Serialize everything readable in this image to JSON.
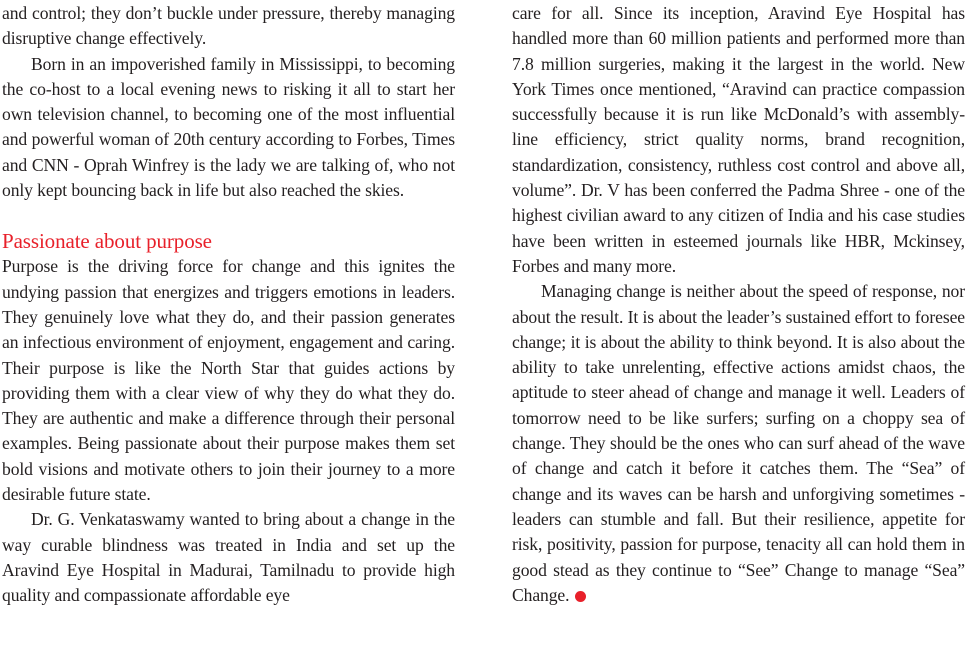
{
  "left_column": {
    "paragraphs_before_heading": [
      {
        "id": "p1",
        "indent": false,
        "text": "and control; they don’t buckle under pressure, thereby managing disruptive change effectively."
      },
      {
        "id": "p2",
        "indent": true,
        "text": "Born in an impoverished family in Mississippi, to becoming the co-host to a local evening news to risking it all to start her own television channel, to becoming one of the most influential and powerful woman of 20th century according to Forbes, Times and CNN - Oprah Winfrey is the lady we are talking of, who not only kept bouncing back in life but also reached the skies."
      }
    ],
    "heading": "Passionate about purpose",
    "paragraphs_after_heading": [
      {
        "id": "p3",
        "indent": false,
        "text": "Purpose is the driving force for change and this ignites the undying passion that energizes and triggers emotions in leaders. They genuinely love what they do, and their passion generates an infectious environment of enjoyment, engagement and caring. Their purpose is like the North Star that guides actions by providing them with a clear view of why they do what they do. They are authentic and make a difference through their personal examples. Being passionate about their purpose makes them set bold visions and motivate others to join their journey to a more desirable future state."
      },
      {
        "id": "p4",
        "indent": true,
        "text": "Dr. G. Venkataswamy wanted to bring about a change in the way curable blindness was treated in India and set up the Aravind Eye Hospital in Madurai, Tamilnadu to provide high quality and compassionate affordable eye"
      }
    ]
  },
  "right_column": {
    "paragraphs": [
      {
        "id": "p5",
        "indent": false,
        "text": "care for all. Since its inception, Aravind Eye Hospital has handled more than 60 million patients and performed more than 7.8 million surgeries, making it the largest in the world. New York Times once mentioned, “Aravind can practice compassion successfully because it is run like McDonald’s with assembly-line efficiency, strict quality norms, brand recognition, standardization, consistency, ruthless cost control and above all, volume”. Dr. V has been conferred the Padma Shree - one of the highest civilian award to any citizen of India and his case studies have been written in esteemed journals like HBR, Mckinsey, Forbes and many more."
      },
      {
        "id": "p6",
        "indent": true,
        "text": "Managing change is neither about the speed of response, nor about the result. It is about the leader’s sustained effort to foresee change; it is about the ability to think beyond. It is also about the ability to take unrelenting, effective actions amidst chaos, the aptitude to steer ahead of change and manage it well. Leaders of tomorrow need to be like surfers; surfing on a choppy sea of change. They should be the ones who can surf ahead of the wave of change and catch it before it catches them. The “Sea” of change and its waves can be harsh and unforgiving sometimes - leaders can stumble and fall. But their resilience, appetite for risk, positivity, passion for purpose, tenacity all can hold them in good stead as they continue to “See” Change to manage “Sea” Change."
      }
    ],
    "end_mark": "red-dot-end-of-article"
  },
  "colors": {
    "body_text": "#231f20",
    "heading_accent": "#e8202a",
    "end_mark": "#e8202a",
    "background": "#ffffff"
  }
}
